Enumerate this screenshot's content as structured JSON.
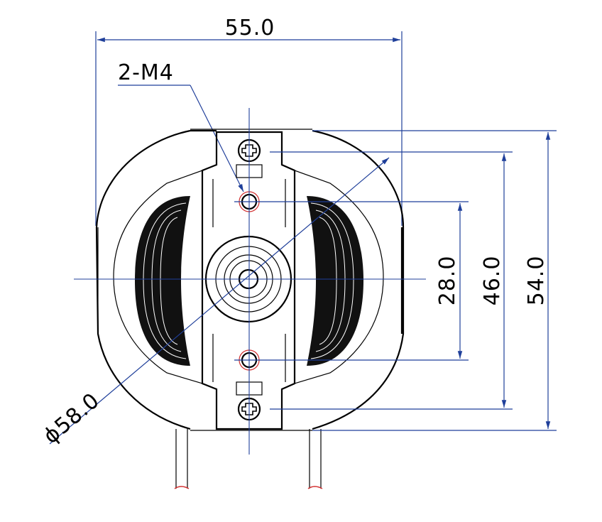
{
  "drawing": {
    "width_label": "55.0",
    "hole_label": "2-M4",
    "diameter_label": "ϕ58.0",
    "spacing_inner_label": "28.0",
    "spacing_mid_label": "46.0",
    "height_label": "54.0"
  },
  "colors": {
    "dimension": "#1f3f9a",
    "outline": "#000000",
    "hole_highlight": "#d23030",
    "wire_end": "#d23030"
  }
}
